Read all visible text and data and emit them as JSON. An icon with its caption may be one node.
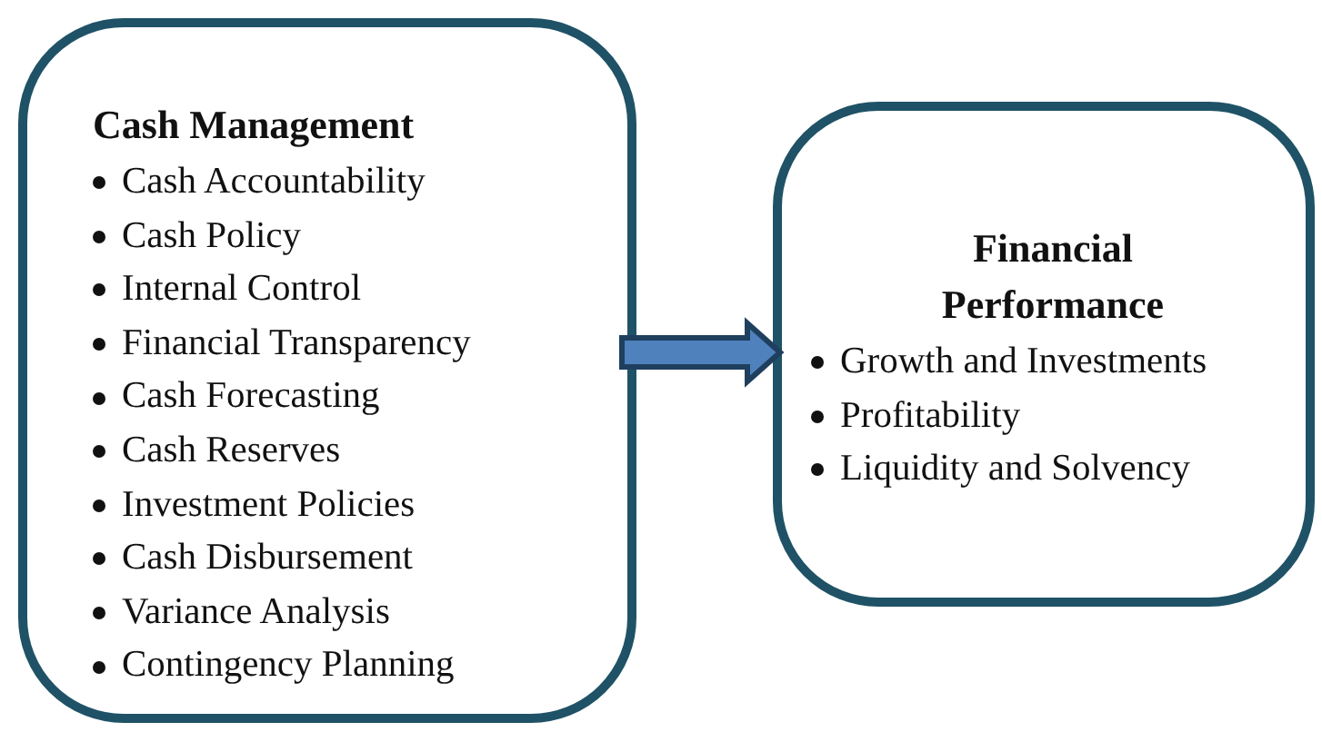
{
  "diagram": {
    "nodes": [
      {
        "text": [
          "Cash Management",
          "Cash Accountability",
          "Cash Policy",
          "Internal Control",
          "Financial Transparency",
          "Cash Forecasting",
          "Cash Reserves",
          "Investment Policies",
          "Cash Disbursement",
          "Variance Analysis",
          "Contingency Planning"
        ]
      },
      {
        "text": [
          "Financial Performance",
          "Growth and Investments",
          "Profitability",
          "Liquidity and Solvency"
        ]
      }
    ],
    "edges": [
      {
        "from": 0,
        "to": 1,
        "arrow": "to",
        "style": "thick",
        "color": "#4f81bd"
      }
    ]
  }
}
